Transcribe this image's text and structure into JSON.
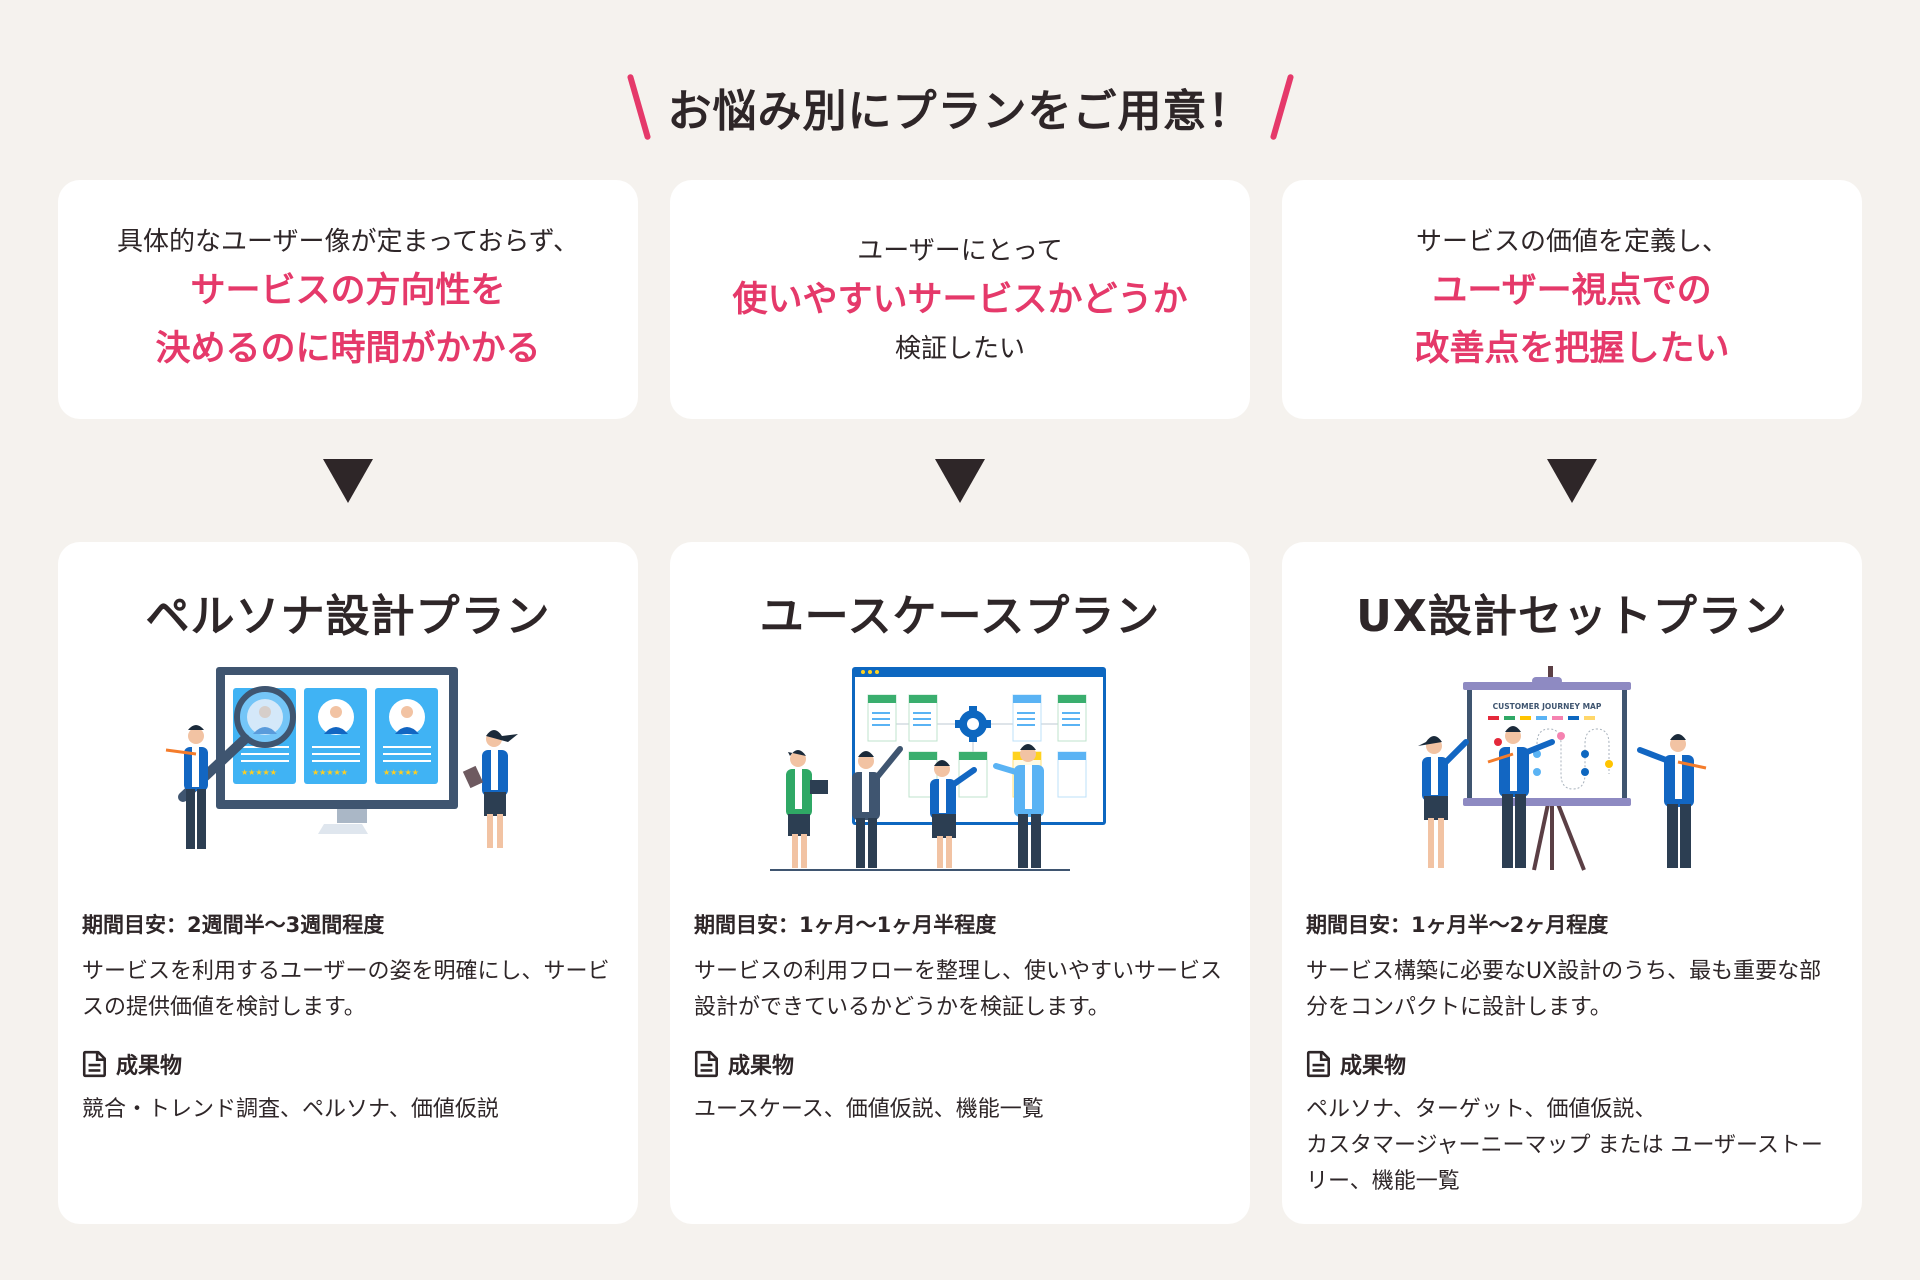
{
  "headline": {
    "text": "お悩み別にプランをご用意！"
  },
  "colors": {
    "accent": "#e5396a",
    "text": "#2e2628",
    "background": "#f5f2ee",
    "card": "#ffffff"
  },
  "problems": [
    {
      "lead": "具体的なユーザー像が定まっておらず、",
      "emphasis": [
        "サービスの方向性を",
        "決めるのに時間がかかる"
      ],
      "tail": ""
    },
    {
      "lead": "ユーザーにとって",
      "emphasis": [
        "使いやすいサービスかどうか"
      ],
      "tail": "検証したい"
    },
    {
      "lead": "サービスの価値を定義し、",
      "emphasis": [
        "ユーザー視点での",
        "改善点を把握したい"
      ],
      "tail": ""
    }
  ],
  "arrow_icon": "down-triangle-icon",
  "plans": [
    {
      "title": "ペルソナ設計プラン",
      "illustration": "persona-illustration",
      "period": "期間目安：2週間半〜3週間程度",
      "description": "サービスを利用するユーザーの姿を明確にし、サービスの提供価値を検討します。",
      "deliverables_label": "成果物",
      "deliverables": "競合・トレンド調査、ペルソナ、価値仮説"
    },
    {
      "title": "ユースケースプラン",
      "illustration": "usecase-illustration",
      "period": "期間目安：1ヶ月〜1ヶ月半程度",
      "description": "サービスの利用フローを整理し、使いやすいサービス設計ができているかどうかを検証します。",
      "deliverables_label": "成果物",
      "deliverables": "ユースケース、価値仮説、機能一覧"
    },
    {
      "title": "UX設計セットプラン",
      "illustration": "customer-journey-illustration",
      "illustration_board_label": "CUSTOMER JOURNEY MAP",
      "period": "期間目安：1ヶ月半〜2ヶ月程度",
      "description": "サービス構築に必要なUX設計のうち、最も重要な部分をコンパクトに設計します。",
      "deliverables_label": "成果物",
      "deliverables": "ペルソナ、ターゲット、価値仮説、\nカスタマージャーニーマップ または ユーザーストーリー、機能一覧"
    }
  ]
}
